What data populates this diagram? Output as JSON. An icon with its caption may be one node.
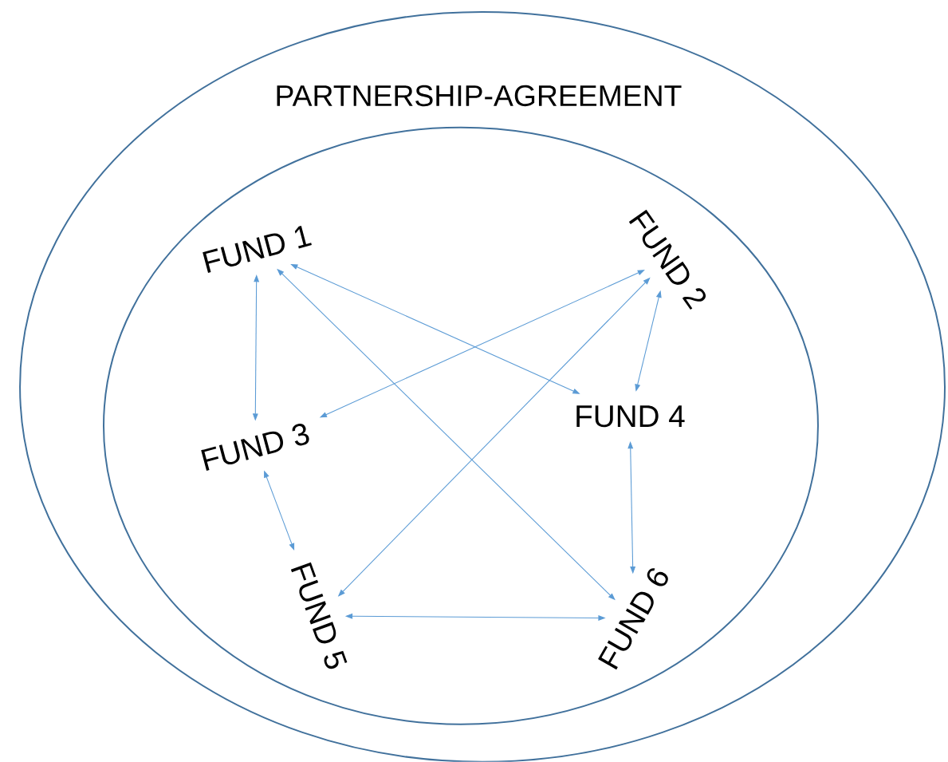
{
  "diagram": {
    "nodes": [
      {
        "text": [
          "PARTNERSHIP-AGREEMENT"
        ]
      },
      {
        "text": [],
        "shape": "ellipse",
        "in": 0
      },
      {
        "text": [
          "FUND 1"
        ],
        "in": 1
      },
      {
        "text": [
          "FUND 2"
        ],
        "in": 1
      },
      {
        "text": [
          "FUND 3"
        ],
        "in": 1
      },
      {
        "text": [
          "FUND 4"
        ],
        "in": 1
      },
      {
        "text": [
          "FUND 5"
        ],
        "in": 1
      },
      {
        "text": [
          "FUND 6"
        ],
        "in": 1
      }
    ],
    "edges": [
      {
        "from": 2,
        "to": 4,
        "arrow": "both"
      },
      {
        "from": 2,
        "to": 5,
        "arrow": "both"
      },
      {
        "from": 2,
        "to": 7,
        "arrow": "both"
      },
      {
        "from": 3,
        "to": 4,
        "arrow": "both"
      },
      {
        "from": 3,
        "to": 6,
        "arrow": "both"
      },
      {
        "from": 3,
        "to": 5,
        "arrow": "both"
      },
      {
        "from": 4,
        "to": 6,
        "arrow": "both"
      },
      {
        "from": 5,
        "to": 7,
        "arrow": "both"
      },
      {
        "from": 6,
        "to": 7,
        "arrow": "both"
      }
    ]
  }
}
